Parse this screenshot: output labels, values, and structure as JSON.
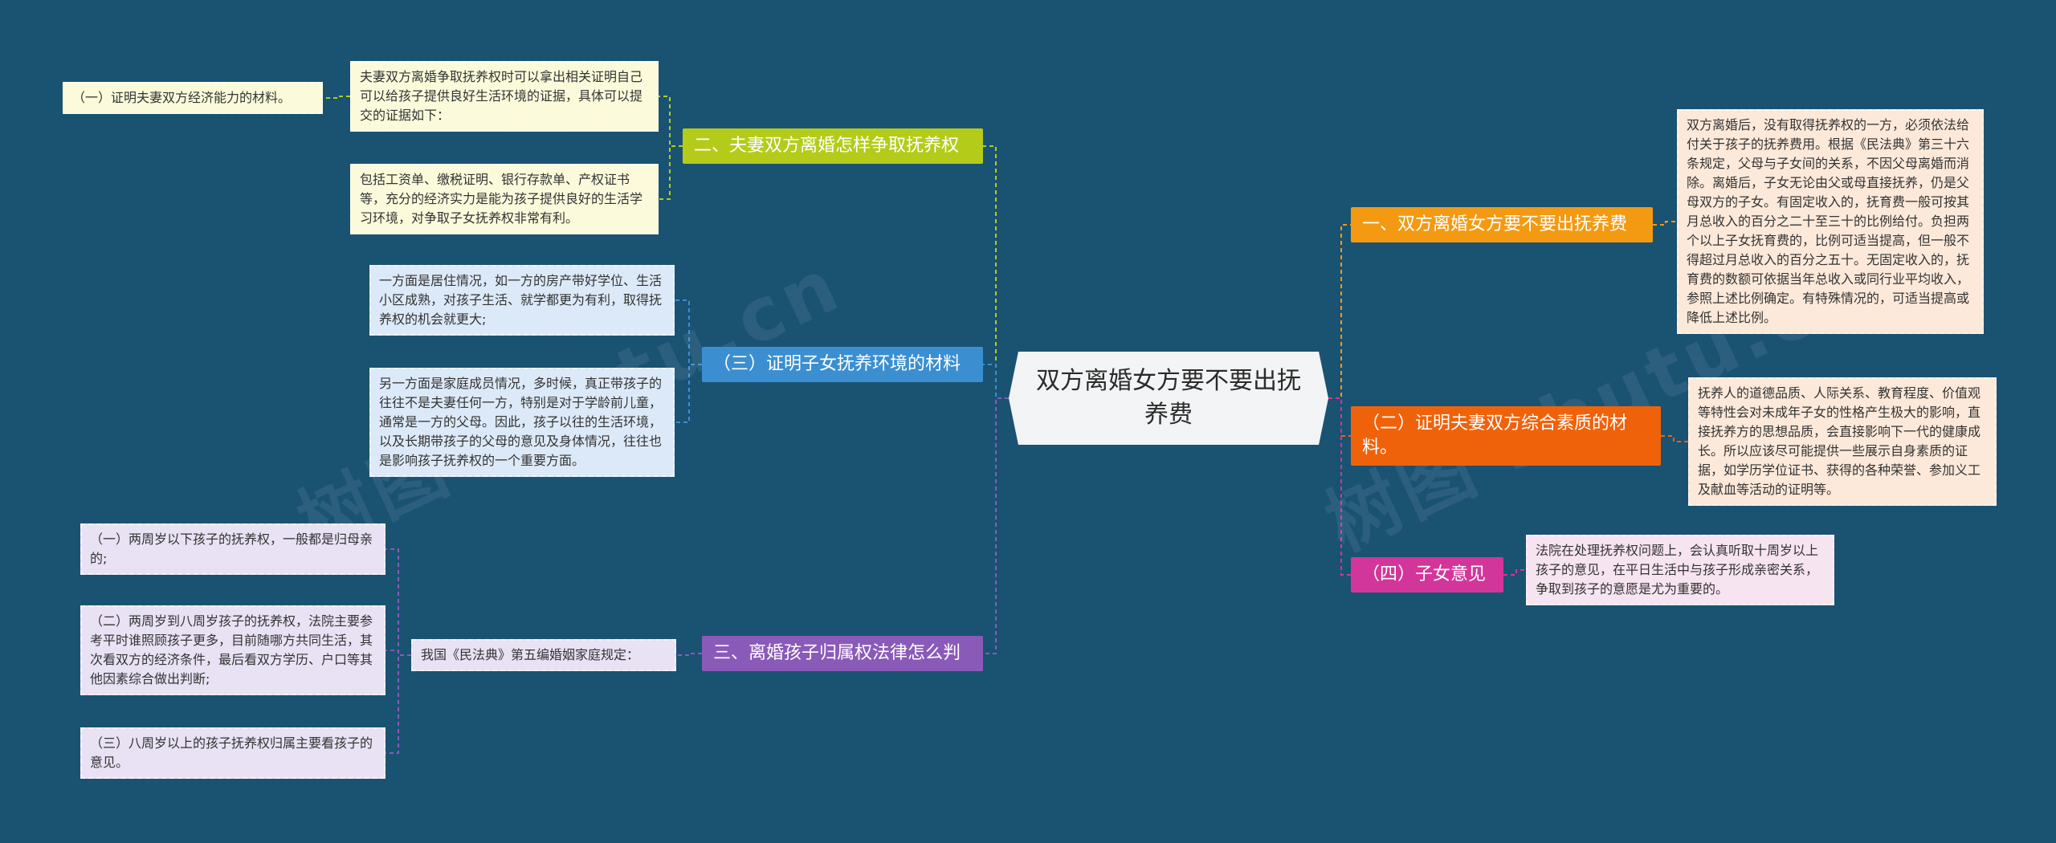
{
  "center": {
    "title": "双方离婚女方要不要出抚养费"
  },
  "left": {
    "branch1": {
      "title": "二、夫妻双方离婚怎样争取抚养权",
      "intro": "夫妻双方离婚争取抚养权时可以拿出相关证明自己可以给孩子提供良好生活环境的证据，具体可以提交的证据如下：",
      "item1": "（一）证明夫妻双方经济能力的材料。",
      "detail": "包括工资单、缴税证明、银行存款单、产权证书等，充分的经济实力是能为孩子提供良好的生活学习环境，对争取子女抚养权非常有利。"
    },
    "branch2": {
      "title": "（三）证明子女抚养环境的材料",
      "note1": "一方面是居住情况，如一方的房产带好学位、生活小区成熟，对孩子生活、就学都更为有利，取得抚养权的机会就更大;",
      "note2": "另一方面是家庭成员情况，多时候，真正带孩子的往往不是夫妻任何一方，特别是对于学龄前儿童，通常是一方的父母。因此，孩子以往的生活环境，以及长期带孩子的父母的意见及身体情况，往往也是影响孩子抚养权的一个重要方面。"
    },
    "branch3": {
      "title": "三、离婚孩子归属权法律怎么判",
      "intro": "我国《民法典》第五编婚姻家庭规定：",
      "item1": "（一）两周岁以下孩子的抚养权，一般都是归母亲的;",
      "item2": "（二）两周岁到八周岁孩子的抚养权，法院主要参考平时谁照顾孩子更多，目前随哪方共同生活，其次看双方的经济条件，最后看双方学历、户口等其他因素综合做出判断;",
      "item3": "（三）八周岁以上的孩子抚养权归属主要看孩子的意见。"
    }
  },
  "right": {
    "branch1": {
      "title": "一、双方离婚女方要不要出抚养费",
      "note": "双方离婚后，没有取得抚养权的一方，必须依法给付关于孩子的抚养费用。根据《民法典》第三十六条规定，父母与子女间的关系，不因父母离婚而消除。离婚后，子女无论由父或母直接抚养，仍是父母双方的子女。有固定收入的，抚育费一般可按其月总收入的百分之二十至三十的比例给付。负担两个以上子女抚育费的，比例可适当提高，但一般不得超过月总收入的百分之五十。无固定收入的，抚育费的数额可依据当年总收入或同行业平均收入，参照上述比例确定。有特殊情况的，可适当提高或降低上述比例。"
    },
    "branch2": {
      "title": "（二）证明夫妻双方综合素质的材料。",
      "note": "抚养人的道德品质、人际关系、教育程度、价值观等特性会对未成年子女的性格产生极大的影响，直接抚养方的思想品质，会直接影响下一代的健康成长。所以应该尽可能提供一些展示自身素质的证据，如学历学位证书、获得的各种荣誉、参加义工及献血等活动的证明等。"
    },
    "branch3": {
      "title": "（四）子女意见",
      "note": "法院在处理抚养权问题上，会认真听取十周岁以上孩子的意见，在平日生活中与孩子形成亲密关系，争取到孩子的意愿是尤为重要的。"
    }
  },
  "watermarks": [
    "树图 shutu.cn",
    "树图 shutu.cn"
  ],
  "colors": {
    "background": "#1a5272",
    "lime": "#b4cc19",
    "blue": "#3b8fd1",
    "violet": "#8a5ab8",
    "orange": "#f39a12",
    "red": "#f0620a",
    "magenta": "#d3369a"
  }
}
